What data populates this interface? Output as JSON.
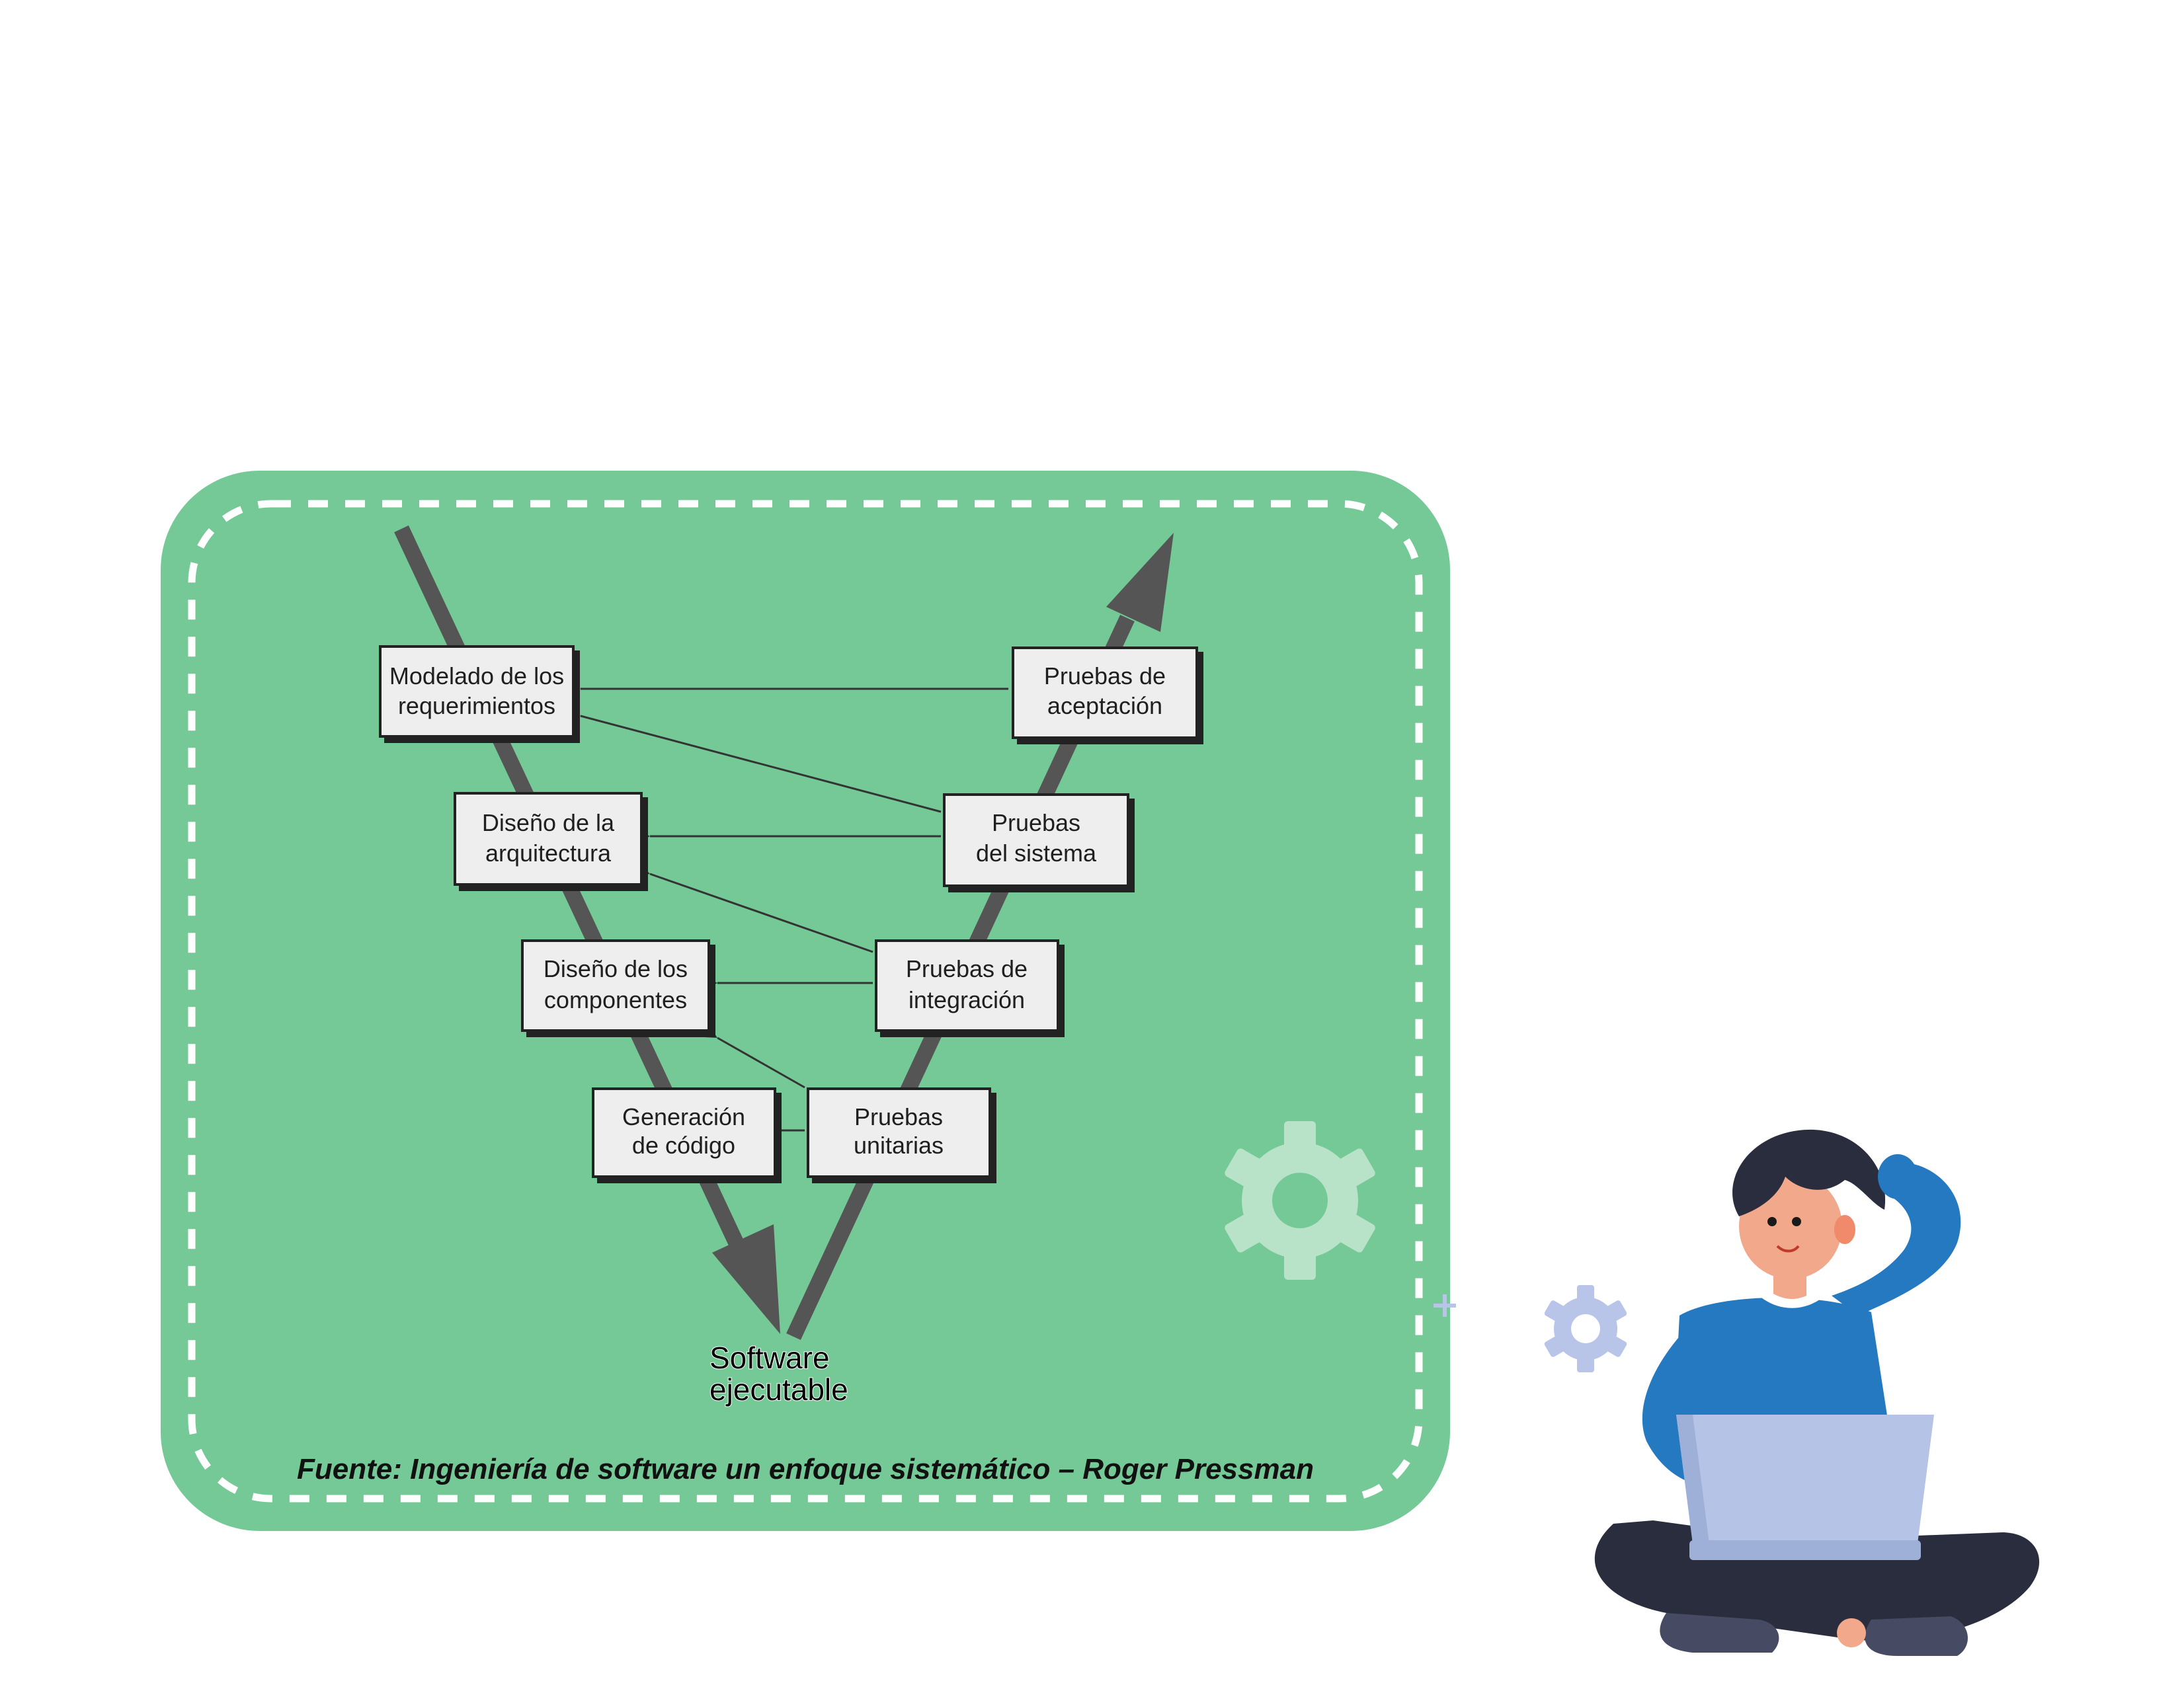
{
  "diagram": {
    "left_boxes": [
      {
        "line1": "Modelado de los",
        "line2": "requerimientos"
      },
      {
        "line1": "Diseño de la",
        "line2": "arquitectura"
      },
      {
        "line1": "Diseño de los",
        "line2": "componentes"
      },
      {
        "line1": "Generación",
        "line2": "de código"
      }
    ],
    "right_boxes": [
      {
        "line1": "Pruebas de",
        "line2": "aceptación"
      },
      {
        "line1": "Pruebas",
        "line2": "del sistema"
      },
      {
        "line1": "Pruebas de",
        "line2": "integración"
      },
      {
        "line1": "Pruebas",
        "line2": "unitarias"
      }
    ],
    "bottom_label": {
      "line1": "Software",
      "line2": "ejecutable"
    }
  },
  "source_text": "Fuente: Ingeniería de software un enfoque sistemático – Roger Pressman",
  "colors": {
    "card_background": "#75c997",
    "box_fill": "#eeeeee",
    "arrow_gray": "#555555",
    "shirt_blue": "#2479c0",
    "laptop": "#b4c3e6",
    "gear_light": "#b8e3c8",
    "gear_blue": "#b8c4e8"
  },
  "illustration": {
    "gear_icons": [
      "gear-icon",
      "gear-icon"
    ],
    "person": "person-thinking-with-laptop"
  }
}
